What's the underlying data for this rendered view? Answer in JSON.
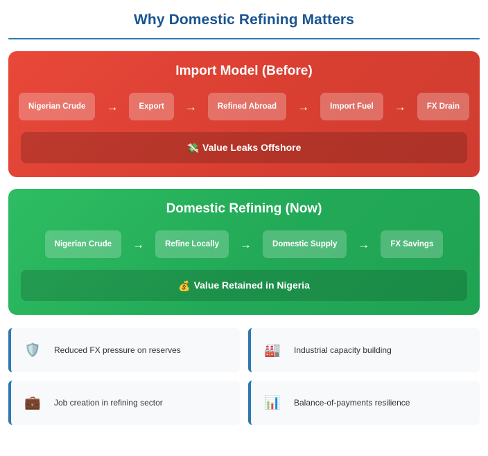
{
  "header": {
    "title": "Why Domestic Refining Matters"
  },
  "panels": [
    {
      "id": "import-model",
      "title": "Import Model (Before)",
      "accent": "#d93f31",
      "steps": [
        "Nigerian Crude",
        "Export",
        "Refined Abroad",
        "Import Fuel",
        "FX Drain"
      ],
      "arrow": "→",
      "summary": {
        "icon": "💸",
        "icon_name": "money-with-wings-icon",
        "label": "Value Leaks Offshore"
      }
    },
    {
      "id": "domestic-refining",
      "title": "Domestic Refining (Now)",
      "accent": "#22a957",
      "steps": [
        "Nigerian Crude",
        "Refine Locally",
        "Domestic Supply",
        "FX Savings"
      ],
      "arrow": "→",
      "summary": {
        "icon": "💰",
        "icon_name": "money-bag-icon",
        "label": "Value Retained in Nigeria"
      }
    }
  ],
  "benefits": {
    "accent": "#2e79b0",
    "items": [
      {
        "icon": "🛡️",
        "icon_name": "shield-icon",
        "label": "Reduced FX pressure on reserves"
      },
      {
        "icon": "🏭",
        "icon_name": "factory-icon",
        "label": "Industrial capacity building"
      },
      {
        "icon": "💼",
        "icon_name": "briefcase-icon",
        "label": "Job creation in refining sector"
      },
      {
        "icon": "📊",
        "icon_name": "bar-chart-icon",
        "label": "Balance-of-payments resilience"
      }
    ]
  }
}
